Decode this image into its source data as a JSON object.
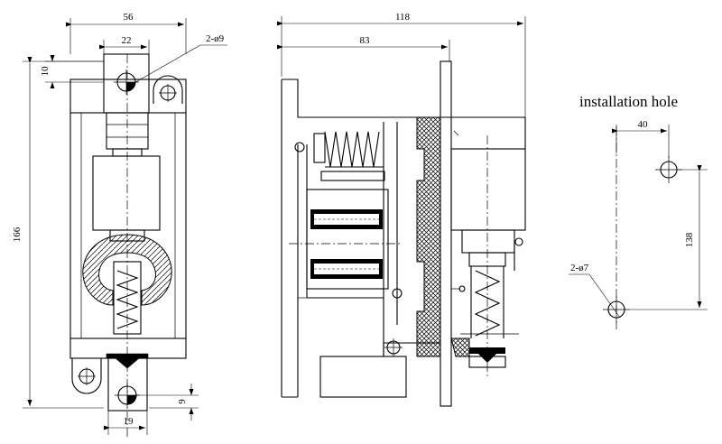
{
  "front_view": {
    "width_label": "56",
    "hole_spacing_label": "22",
    "hole_note": "2-ø9",
    "top_offset_label": "10",
    "height_label": "166",
    "bottom_offset_label": "9",
    "bottom_width_label": "19"
  },
  "side_view": {
    "depth_label": "118",
    "partial_depth_label": "83"
  },
  "installation_hole": {
    "title": "installation hole",
    "spacing_x_label": "40",
    "spacing_y_label": "138",
    "hole_note": "2-ø7"
  }
}
